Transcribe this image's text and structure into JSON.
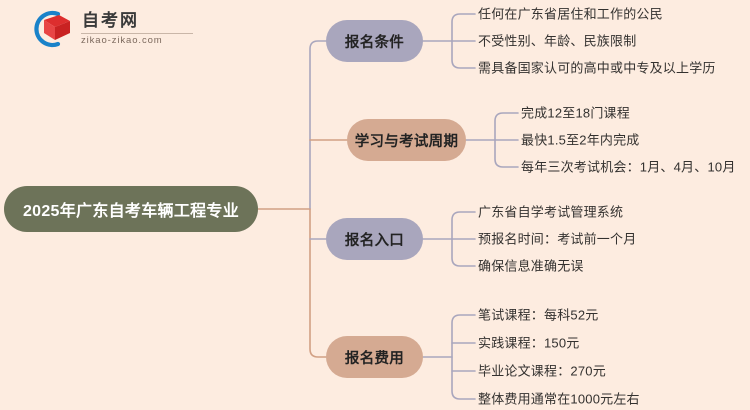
{
  "logo": {
    "name_cn": "自考网",
    "url": "zikao-zikao.com",
    "icon_arc": "crescent-arc-icon",
    "icon_book": "open-book-icon",
    "arc_color": "#1a82c9",
    "book_color": "#dd2e2e"
  },
  "background_color": "#fdece0",
  "center": {
    "title": "2025年广东自考车辆工程专业",
    "color": "#6d7359",
    "text_color": "#ffffff"
  },
  "palette": {
    "lavender": "#a9a6bd",
    "tan": "#d5aa92",
    "line_lavender": "#a9a6bd",
    "line_tan": "#d2a084",
    "leaf_text": "#33312f"
  },
  "branches": [
    {
      "label": "报名条件",
      "color": "#a9a6bd",
      "leaves": [
        "任何在广东省居住和工作的公民",
        "不受性别、年龄、民族限制",
        "需具备国家认可的高中或中专及以上学历"
      ]
    },
    {
      "label": "学习与考试周期",
      "color": "#d5aa92",
      "leaves": [
        "完成12至18门课程",
        "最快1.5至2年内完成",
        "每年三次考试机会：1月、4月、10月"
      ]
    },
    {
      "label": "报名入口",
      "color": "#a9a6bd",
      "leaves": [
        "广东省自学考试管理系统",
        "预报名时间：考试前一个月",
        "确保信息准确无误"
      ]
    },
    {
      "label": "报名费用",
      "color": "#d5aa92",
      "leaves": [
        "笔试课程：每科52元",
        "实践课程：150元",
        "毕业论文课程：270元",
        "整体费用通常在1000元左右"
      ]
    }
  ]
}
